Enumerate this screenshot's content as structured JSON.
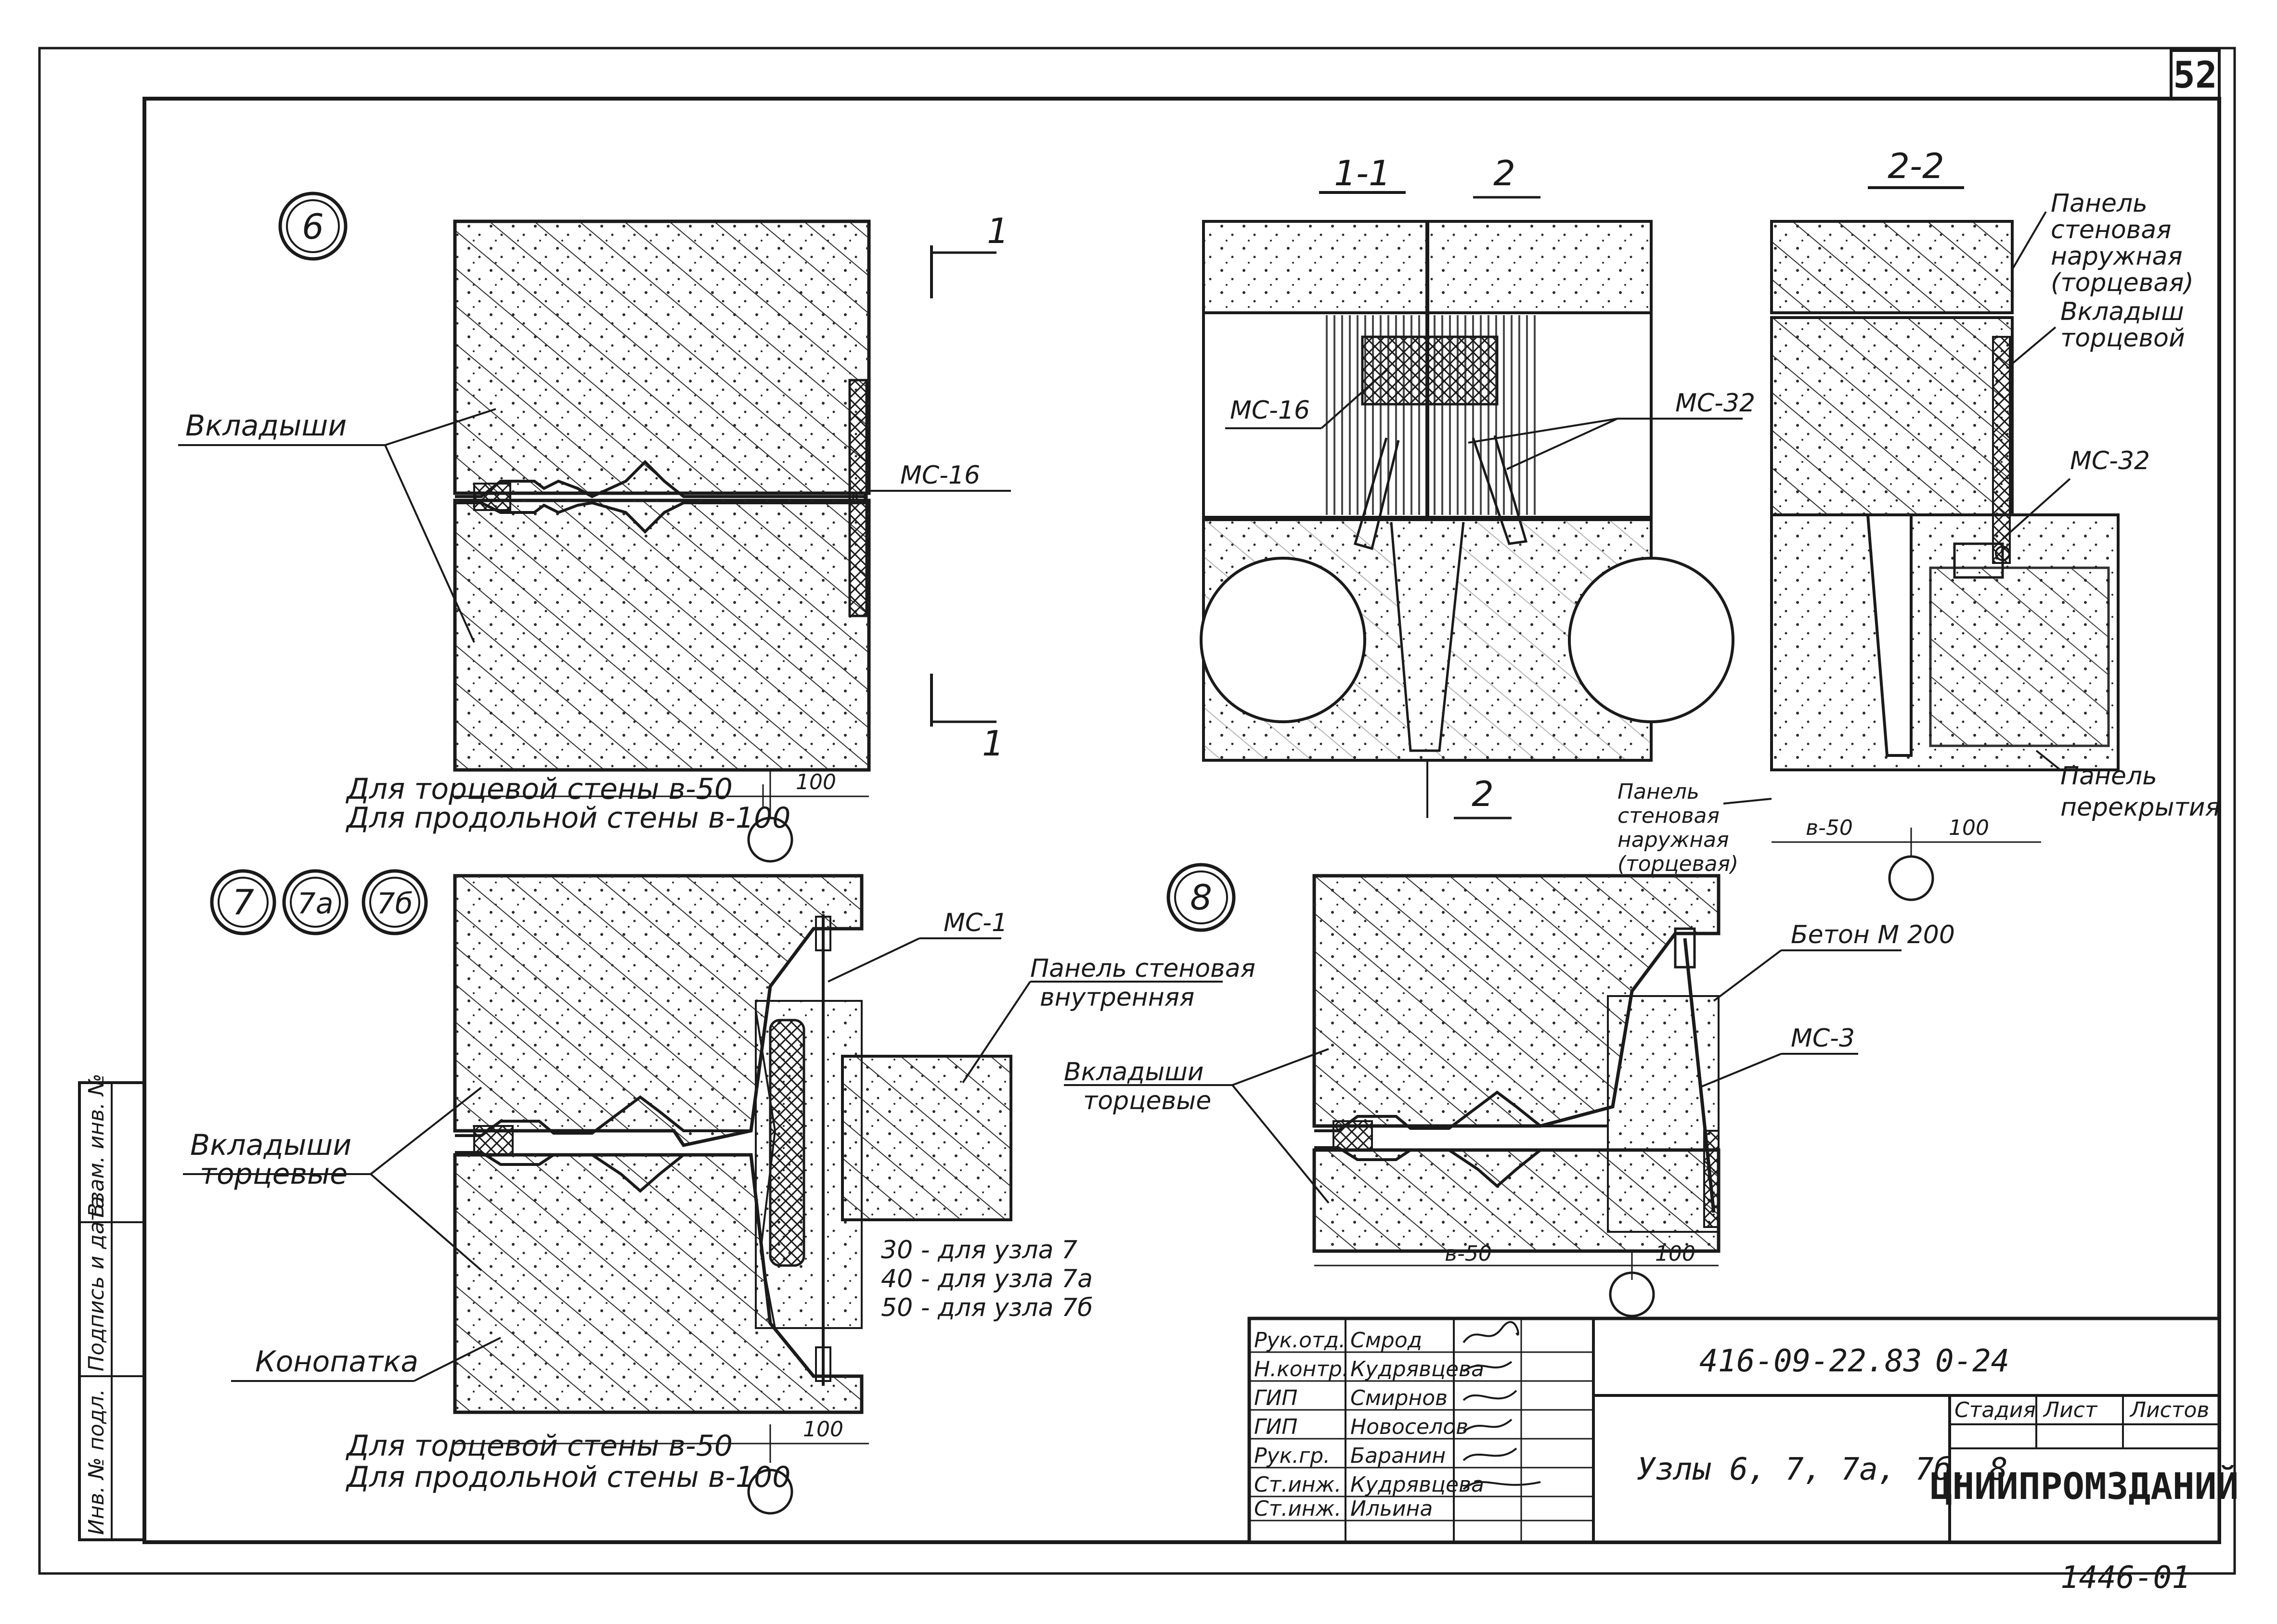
{
  "sheet": {
    "number": "52",
    "code": "416-09-22.83",
    "code_suffix": "0-24",
    "title": "Узлы 6, 7, 7а, 7б, 8",
    "organization": "ЦНИИПРОМЗДАНИЙ",
    "stamp_bottom": "1446-01"
  },
  "title_block": {
    "roles": [
      "Рук.отд.",
      "Н.контр.",
      "ГИП",
      "ГИП",
      "Рук.гр.",
      "Ст.инж.",
      "Ст.инж."
    ],
    "names": [
      "Смрод",
      "Кудрявцева",
      "Смирнов",
      "Новоселов",
      "Баранин",
      "Кудрявцева",
      "Ильина"
    ],
    "stage_header": "Стадия",
    "sheet_header": "Лист",
    "sheets_header": "Листов"
  },
  "side_stamp": [
    "Инв. № подл.",
    "Подпись и дата",
    "Взам. инв. №"
  ],
  "node6": {
    "number": "6",
    "label_inserts": "Вкладыши",
    "label_ms": "МС-16",
    "note1": "Для торцевой стены в-50",
    "note2": "Для продольной стены в-100",
    "dim": "100",
    "section_mark": "1"
  },
  "section11": {
    "title": "1-1",
    "mark": "2",
    "label_ms16": "МС-16",
    "label_ms32": "МС-32"
  },
  "section22": {
    "title": "2-2",
    "label_panel_ext": [
      "Панель",
      "стеновая",
      "наружная",
      "(торцевая)"
    ],
    "label_insert": [
      "Вкладыш",
      "торцевой"
    ],
    "label_ms32": "МС-32",
    "label_panel_floor": [
      "Панель",
      "перекрытия"
    ],
    "label_panel_ext2": [
      "Панель",
      "стеновая",
      "наружная",
      "(торцевая)"
    ],
    "dim1": "в-50",
    "dim2": "100"
  },
  "node7": {
    "numbers": [
      "7",
      "7а",
      "7б"
    ],
    "label_ms1": "МС-1",
    "label_panel_int": [
      "Панель стеновая",
      "внутренняя"
    ],
    "label_inserts": [
      "Вкладыши",
      "торцевые"
    ],
    "label_caulk": "Конопатка",
    "dim_list": [
      "30 - для узла 7",
      "40 - для узла 7а",
      "50 - для узла 7б"
    ],
    "note1": "Для торцевой стены в-50",
    "note2": "Для продольной стены в-100",
    "dim": "100"
  },
  "node8": {
    "number": "8",
    "label_concrete": "Бетон М 200",
    "label_ms3": "МС-3",
    "label_inserts": [
      "Вкладыши",
      "торцевые"
    ],
    "dim1": "в-50",
    "dim2": "100"
  }
}
